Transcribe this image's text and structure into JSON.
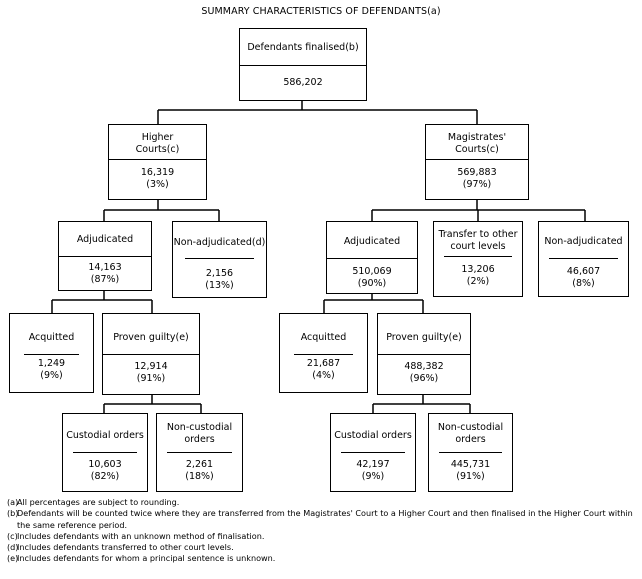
{
  "title": "SUMMARY CHARACTERISTICS OF DEFENDANTS(a)",
  "nodes": {
    "root": {
      "label": "Defendants finalised(b)",
      "count": "586,202",
      "pct": ""
    },
    "higher": {
      "label": "Higher\nCourts(c)",
      "count": "16,319",
      "pct": "(3%)"
    },
    "mag": {
      "label": "Magistrates'\nCourts(c)",
      "count": "569,883",
      "pct": "(97%)"
    },
    "h_adj": {
      "label": "Adjudicated",
      "count": "14,163",
      "pct": "(87%)"
    },
    "h_nonadj": {
      "label": "Non-adjudicated(d)",
      "count": "2,156",
      "pct": "(13%)"
    },
    "m_adj": {
      "label": "Adjudicated",
      "count": "510,069",
      "pct": "(90%)"
    },
    "m_transfer": {
      "label": "Transfer to other\ncourt levels",
      "count": "13,206",
      "pct": "(2%)"
    },
    "m_nonadj": {
      "label": "Non-adjudicated",
      "count": "46,607",
      "pct": "(8%)"
    },
    "h_acq": {
      "label": "Acquitted",
      "count": "1,249",
      "pct": "(9%)"
    },
    "h_pg": {
      "label": "Proven guilty(e)",
      "count": "12,914",
      "pct": "(91%)"
    },
    "m_acq": {
      "label": "Acquitted",
      "count": "21,687",
      "pct": "(4%)"
    },
    "m_pg": {
      "label": "Proven guilty(e)",
      "count": "488,382",
      "pct": "(96%)"
    },
    "h_cust": {
      "label": "Custodial orders",
      "count": "10,603",
      "pct": "(82%)"
    },
    "h_noncust": {
      "label": "Non-custodial\norders",
      "count": "2,261",
      "pct": "(18%)"
    },
    "m_cust": {
      "label": "Custodial orders",
      "count": "42,197",
      "pct": "(9%)"
    },
    "m_noncust": {
      "label": "Non-custodial\norders",
      "count": "445,731",
      "pct": "(91%)"
    }
  },
  "footnotes": [
    {
      "mark": "(a)",
      "text": "All percentages are subject to rounding."
    },
    {
      "mark": "(b)",
      "text": "Defendants will be counted twice where they are transferred from the Magistrates' Court to a Higher Court and then finalised in the Higher Court within the same reference period."
    },
    {
      "mark": "(c)",
      "text": "Includes defendants with an unknown method of finalisation."
    },
    {
      "mark": "(d)",
      "text": "Includes defendants transferred to other court levels."
    },
    {
      "mark": "(e)",
      "text": "Includes defendants for whom a principal sentence is unknown."
    }
  ]
}
